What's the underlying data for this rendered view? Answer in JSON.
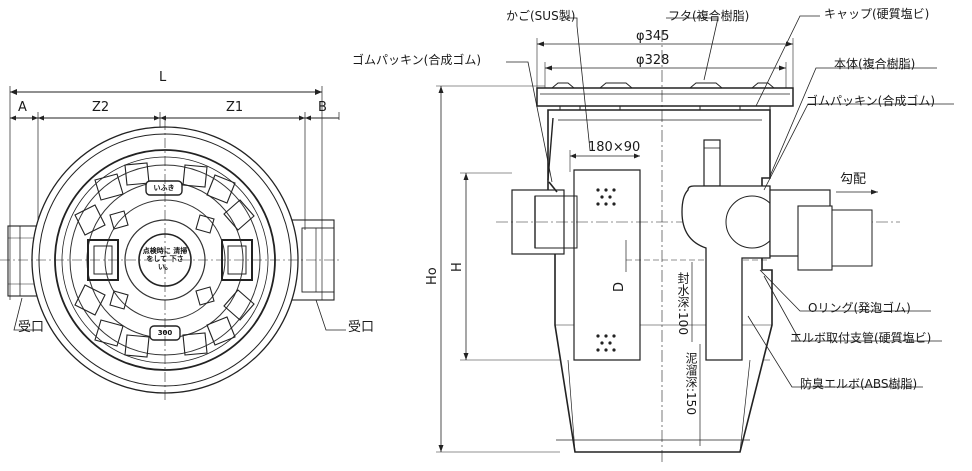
{
  "plan_view": {
    "dimensions": {
      "overall": "L",
      "left_end": "A",
      "left_center": "Z2",
      "right_center": "Z1",
      "right_end": "B"
    },
    "inlet_left": "受口",
    "inlet_right": "受口",
    "lid_markings": {
      "top": "いふき",
      "center": "点検時に 清掃をして 下さい。",
      "bottom": "300"
    }
  },
  "section_view": {
    "outer_diameter": "φ345",
    "inner_diameter": "φ328",
    "opening_size": "180×90",
    "overall_height": "Ho",
    "height": "H",
    "depth_d": "D",
    "slope": "勾配",
    "water_seal_depth": "封水深:100",
    "sludge_depth": "泥溜深:150"
  },
  "callouts": {
    "basket": "かご(SUS製)",
    "lid": "フタ(複合樹脂)",
    "cap": "キャップ(硬質塩ビ)",
    "rubber_gasket_left": "ゴムパッキン(合成ゴム)",
    "body": "本体(複合樹脂)",
    "rubber_gasket_right": "ゴムパッキン(合成ゴム)",
    "o_ring": "Oリング(発泡ゴム)",
    "elbow_pipe": "エルボ取付支管(硬質塩ビ)",
    "odor_elbow": "防臭エルボ(ABS樹脂)"
  }
}
